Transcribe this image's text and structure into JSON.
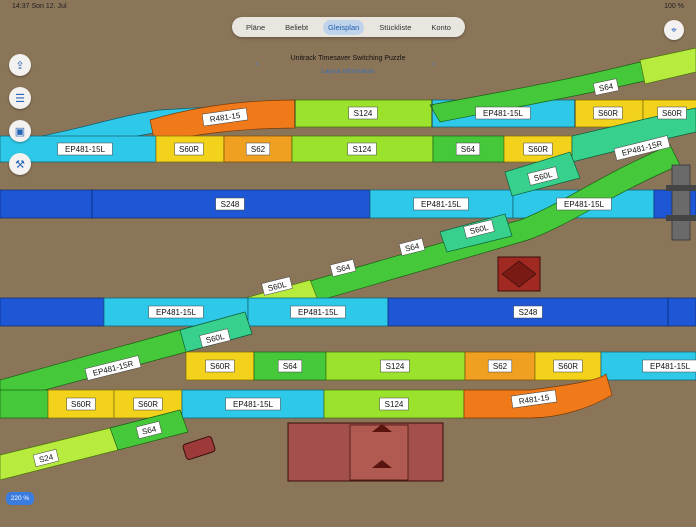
{
  "status": {
    "time": "14:37",
    "date": "Son 12. Jul",
    "battery": "100 %"
  },
  "tabs": [
    "Pläne",
    "Beliebt",
    "Gleisplan",
    "Stückliste",
    "Konto"
  ],
  "active_tab": "Gleisplan",
  "plan": {
    "title": "Unitrack Timesaver Switching Puzzle",
    "subtitle": "Layout information"
  },
  "zoom": "220 %",
  "icons": {
    "share": "share-icon",
    "list": "list-icon",
    "parts": "box-icon",
    "settings": "wrench-icon",
    "compass": "compass-icon"
  },
  "colors": {
    "ground": "#8b7559",
    "S248": "#1e57d6",
    "EP": "#2ec9e8",
    "S124": "#9be22c",
    "S64": "#45c93a",
    "S60": "#f2d21a",
    "S62": "#f0a020",
    "R481": "#f07a1a",
    "S24": "#b7ec3e",
    "S60L": "#37d08c"
  },
  "track_labels": {
    "r1_a": "EP481-15L",
    "r1_b": "S60R",
    "r1_c": "S62",
    "r1_d": "S124",
    "r1_e": "S64",
    "r1_f": "S60R",
    "r1_g": "EP481-15R",
    "top_a": "R481-15",
    "top_b": "S124",
    "top_c": "EP481-15L",
    "top_d": "S60R",
    "top_e": "S60R",
    "top_f": "S64",
    "r2_a": "S248",
    "r2_b": "EP481-15L",
    "r2_c": "EP481-15L",
    "d1_a": "S60L",
    "d1_b": "S60L",
    "d1_c": "S64",
    "d1_d": "S64",
    "d1_e": "S60L",
    "r3_a": "EP481-15L",
    "r3_b": "EP481-15L",
    "r3_c": "S248",
    "d2_a": "S60L",
    "d2_b": "EP481-15R",
    "r4_a": "S60R",
    "r4_b": "S64",
    "r4_c": "S124",
    "r4_d": "S62",
    "r4_e": "S60R",
    "r4_f": "EP481-15L",
    "r5_a": "S60R",
    "r5_b": "S60R",
    "r5_c": "EP481-15L",
    "r5_d": "S124",
    "r5_e": "R481-15",
    "b_a": "S64",
    "b_b": "S24"
  }
}
